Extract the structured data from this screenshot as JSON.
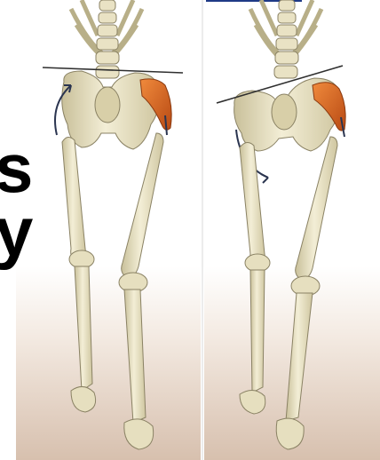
{
  "side_text": {
    "line1": "s",
    "line2": "y"
  },
  "panels": [
    {
      "name": "left-panel",
      "pelvis_tilt": "level"
    },
    {
      "name": "right-panel",
      "pelvis_tilt": "tilted"
    }
  ],
  "colors": {
    "bone": "#efe9cf",
    "bone_shadow": "#c9c09a",
    "muscle": "#d9621f",
    "floor_light": "#f4ebe3",
    "floor_dark": "#d9c3b3",
    "line": "#3a3a3a",
    "arrow": "#2b3550",
    "frame_blue": "#1f3a86"
  }
}
